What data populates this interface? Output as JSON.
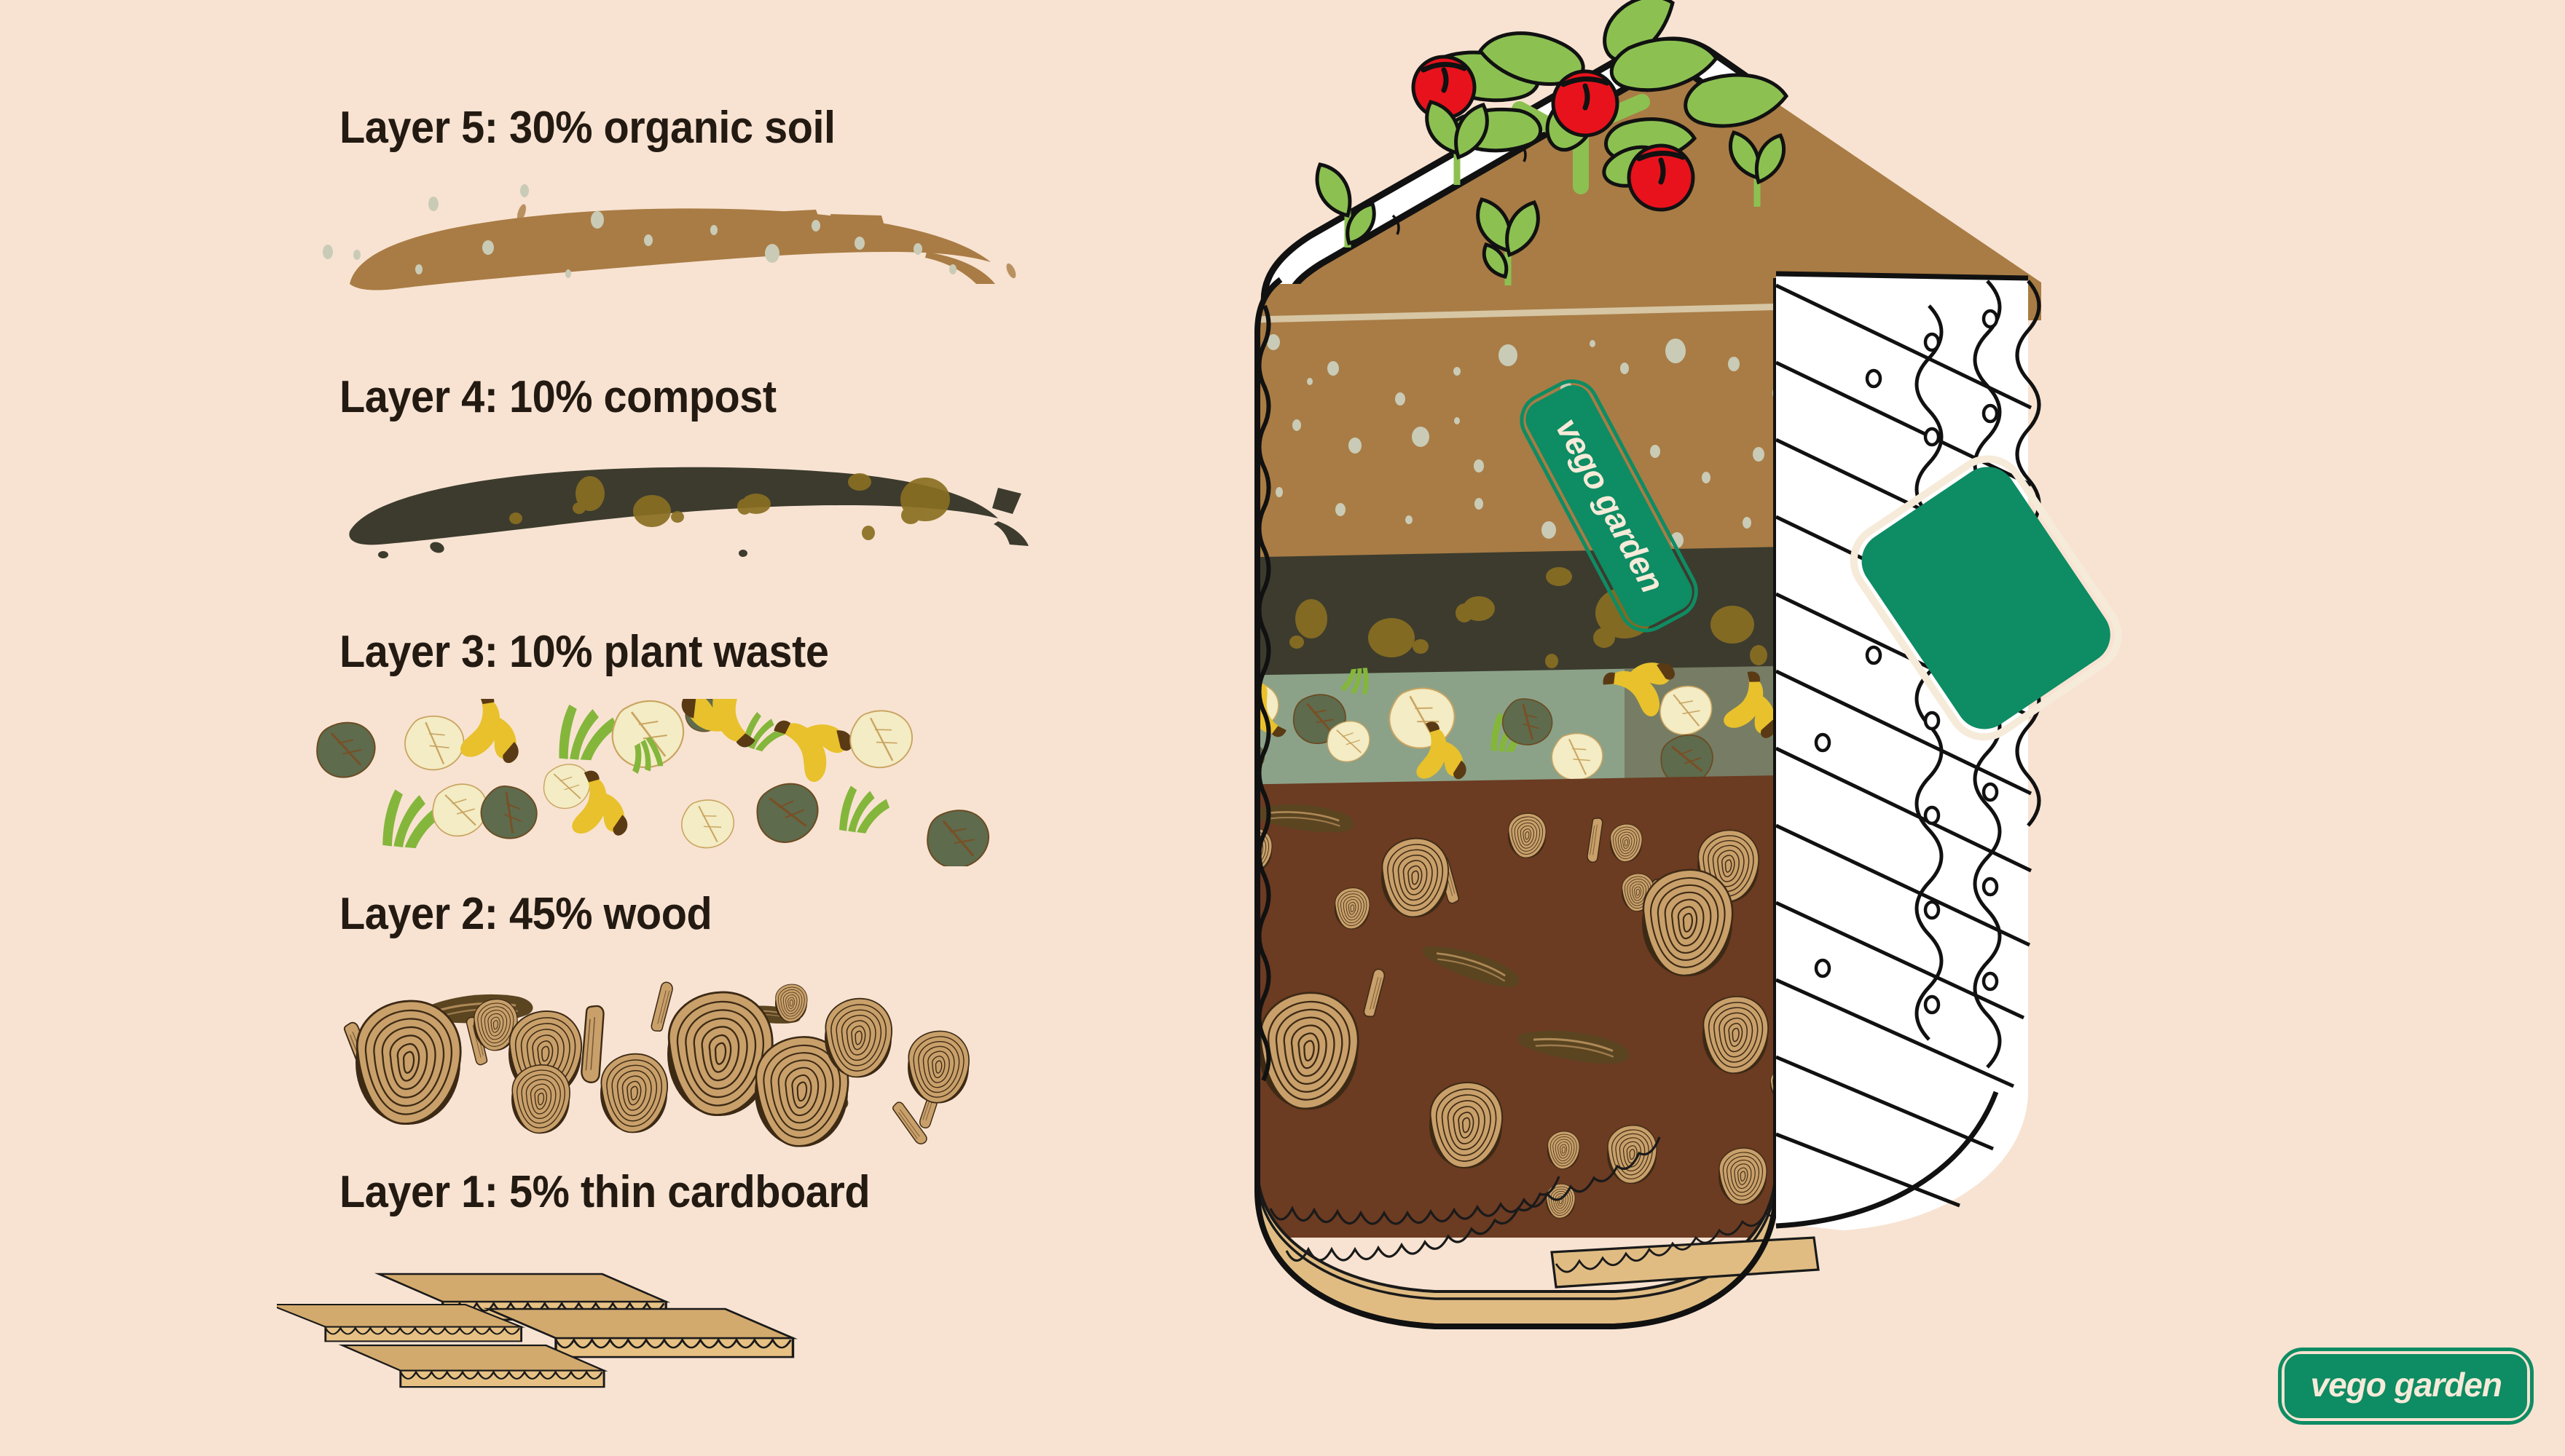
{
  "meta": {
    "background_color": "#f8e3d2",
    "title_text_color": "#231a12",
    "brand_green": "#0e8c63",
    "brand_cream": "#f6ead9"
  },
  "legend": {
    "items": [
      {
        "id": "layer-5",
        "label": "Layer 5:  30% organic soil",
        "layer_number": 5,
        "percent": "30%",
        "material": "organic soil",
        "swatch_kind": "brush-stroke",
        "swatch_color": "#a97c45",
        "fleck_color": "#c9cbb6"
      },
      {
        "id": "layer-4",
        "label": "Layer 4:  10% compost",
        "layer_number": 4,
        "percent": "10%",
        "material": "compost",
        "swatch_kind": "brush-stroke",
        "swatch_color": "#3c3b2e",
        "fleck_color": "#8a6f22"
      },
      {
        "id": "layer-3",
        "label": "Layer 3:  10% plant waste",
        "layer_number": 3,
        "percent": "10%",
        "material": "plant waste",
        "swatch_kind": "plant-waste-scatter",
        "swatch_color": "#e3d59a",
        "fleck_color": "#7d9f4a"
      },
      {
        "id": "layer-2",
        "label": "Layer 2:  45% wood",
        "layer_number": 2,
        "percent": "45%",
        "material": "wood",
        "swatch_kind": "log-rounds",
        "swatch_color": "#c9a06a",
        "fleck_color": "#4a3420"
      },
      {
        "id": "layer-1",
        "label": "Layer 1:  5% thin cardboard",
        "layer_number": 1,
        "percent": "5%",
        "material": "thin cardboard",
        "swatch_kind": "cardboard-sheets",
        "swatch_color": "#e0bc83",
        "fleck_color": "#1a1a1a"
      }
    ]
  },
  "illustration": {
    "name": "raised-garden-bed-cutaway",
    "rim_color": "#ffffff",
    "outline_color": "#111111",
    "panel_color": "#ffffff",
    "bands": [
      {
        "name": "organic-soil",
        "color": "#a97c45",
        "fleck_color": "#c9cbb6"
      },
      {
        "name": "compost",
        "color": "#3c3b2e",
        "fleck_color": "#8a6f22"
      },
      {
        "name": "plant-waste",
        "color": "#8ba288",
        "fleck_color": "#e9c93a"
      },
      {
        "name": "wood",
        "color": "#6b3b22",
        "fleck_color": "#c9a06a"
      },
      {
        "name": "cardboard",
        "color": "#e0bc83",
        "fleck_color": "#111111"
      }
    ],
    "plants": {
      "tomato_fruit_color": "#e8121c",
      "leaf_color": "#8cc152",
      "seedling_color": "#8cc152",
      "tomato_count": 3,
      "seedling_count": 4
    }
  },
  "logos": {
    "side_badge": {
      "text": "vego garden",
      "rotated": true
    },
    "corner_badge": {
      "text": "vego garden",
      "rotated": false
    }
  }
}
